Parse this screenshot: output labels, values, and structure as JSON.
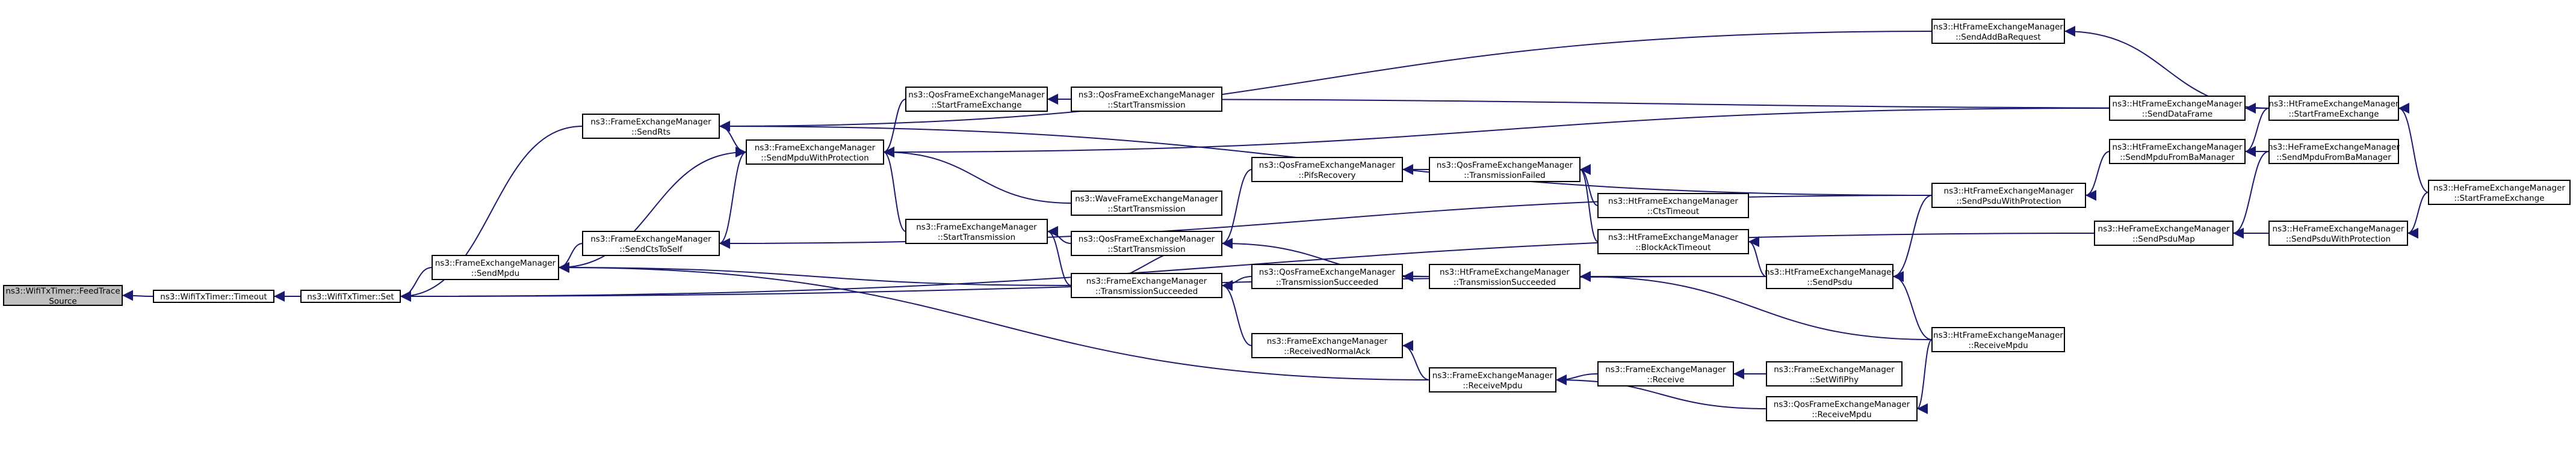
{
  "diagram": {
    "type": "call-graph",
    "colors": {
      "edge": "#191970",
      "node_border": "#000000",
      "node_fill": "#ffffff",
      "root_fill": "#bfbfbf"
    },
    "nodes": [
      {
        "id": "n0",
        "line1": "ns3::WifiTxTimer::FeedTrace",
        "line2": "Source",
        "root": true
      },
      {
        "id": "n1",
        "line1": "ns3::WifiTxTimer::Timeout",
        "line2": ""
      },
      {
        "id": "n2",
        "line1": "ns3::WifiTxTimer::Set",
        "line2": ""
      },
      {
        "id": "n3",
        "line1": "ns3::FrameExchangeManager",
        "line2": "::SendRts"
      },
      {
        "id": "n4",
        "line1": "ns3::FrameExchangeManager",
        "line2": "::SendMpdu"
      },
      {
        "id": "n5",
        "line1": "ns3::FrameExchangeManager",
        "line2": "::SendCtsToSelf"
      },
      {
        "id": "n6",
        "line1": "ns3::FrameExchangeManager",
        "line2": "::SendMpduWithProtection"
      },
      {
        "id": "n7",
        "line1": "ns3::QosFrameExchangeManager",
        "line2": "::StartFrameExchange"
      },
      {
        "id": "n8",
        "line1": "ns3::QosFrameExchangeManager",
        "line2": "::StartTransmission"
      },
      {
        "id": "n9",
        "line1": "ns3::FrameExchangeManager",
        "line2": "::StartTransmission"
      },
      {
        "id": "n10",
        "line1": "ns3::WaveFrameExchangeManager",
        "line2": "::StartTransmission"
      },
      {
        "id": "n11",
        "line1": "ns3::QosFrameExchangeManager",
        "line2": "::PifsRecovery"
      },
      {
        "id": "n12",
        "line1": "ns3::QosFrameExchangeManager",
        "line2": "::StartTransmission"
      },
      {
        "id": "n13",
        "line1": "ns3::FrameExchangeManager",
        "line2": "::TransmissionSucceeded"
      },
      {
        "id": "n14",
        "line1": "ns3::QosFrameExchangeManager",
        "line2": "::TransmissionSucceeded"
      },
      {
        "id": "n15",
        "line1": "ns3::QosFrameExchangeManager",
        "line2": "::TransmissionFailed"
      },
      {
        "id": "n16",
        "line1": "ns3::HtFrameExchangeManager",
        "line2": "::CtsTimeout"
      },
      {
        "id": "n17",
        "line1": "ns3::HtFrameExchangeManager",
        "line2": "::BlockAckTimeout"
      },
      {
        "id": "n18",
        "line1": "ns3::HtFrameExchangeManager",
        "line2": "::TransmissionSucceeded"
      },
      {
        "id": "n19",
        "line1": "ns3::FrameExchangeManager",
        "line2": "::ReceivedNormalAck"
      },
      {
        "id": "n20",
        "line1": "ns3::FrameExchangeManager",
        "line2": "::ReceiveMpdu"
      },
      {
        "id": "n21",
        "line1": "ns3::FrameExchangeManager",
        "line2": "::Receive"
      },
      {
        "id": "n22",
        "line1": "ns3::FrameExchangeManager",
        "line2": "::SetWifiPhy"
      },
      {
        "id": "n23",
        "line1": "ns3::QosFrameExchangeManager",
        "line2": "::ReceiveMpdu"
      },
      {
        "id": "n24",
        "line1": "ns3::HtFrameExchangeManager",
        "line2": "::SendAddBaRequest"
      },
      {
        "id": "n25",
        "line1": "ns3::HtFrameExchangeManager",
        "line2": "::SendPsduWithProtection"
      },
      {
        "id": "n26",
        "line1": "ns3::HtFrameExchangeManager",
        "line2": "::SendPsdu"
      },
      {
        "id": "n27",
        "line1": "ns3::HtFrameExchangeManager",
        "line2": "::ReceiveMpdu"
      },
      {
        "id": "n28",
        "line1": "ns3::HtFrameExchangeManager",
        "line2": "::SendDataFrame"
      },
      {
        "id": "n29",
        "line1": "ns3::HtFrameExchangeManager",
        "line2": "::SendMpduFromBaManager"
      },
      {
        "id": "n30",
        "line1": "ns3::HeFrameExchangeManager",
        "line2": "::SendPsduMap"
      },
      {
        "id": "n31",
        "line1": "ns3::HtFrameExchangeManager",
        "line2": "::StartFrameExchange"
      },
      {
        "id": "n32",
        "line1": "ns3::HeFrameExchangeManager",
        "line2": "::SendMpduFromBaManager"
      },
      {
        "id": "n33",
        "line1": "ns3::HeFrameExchangeManager",
        "line2": "::SendPsduWithProtection"
      },
      {
        "id": "n34",
        "line1": "ns3::HeFrameExchangeManager",
        "line2": "::StartFrameExchange"
      }
    ],
    "edges": [
      [
        "n1",
        "n0"
      ],
      [
        "n2",
        "n1"
      ],
      [
        "n3",
        "n2"
      ],
      [
        "n4",
        "n2"
      ],
      [
        "n5",
        "n4"
      ],
      [
        "n6",
        "n4"
      ],
      [
        "n6",
        "n3"
      ],
      [
        "n5",
        "n6"
      ],
      [
        "n7",
        "n6"
      ],
      [
        "n9",
        "n6"
      ],
      [
        "n10",
        "n6"
      ],
      [
        "n28",
        "n6"
      ],
      [
        "n8",
        "n7"
      ],
      [
        "n31",
        "n7"
      ],
      [
        "n12",
        "n9"
      ],
      [
        "n13",
        "n9"
      ],
      [
        "n11",
        "n12"
      ],
      [
        "n15",
        "n11"
      ],
      [
        "n16",
        "n15"
      ],
      [
        "n17",
        "n15"
      ],
      [
        "n13",
        "n4"
      ],
      [
        "n12",
        "n13"
      ],
      [
        "n14",
        "n13"
      ],
      [
        "n18",
        "n14"
      ],
      [
        "n18",
        "n12"
      ],
      [
        "n19",
        "n13"
      ],
      [
        "n20",
        "n19"
      ],
      [
        "n20",
        "n4"
      ],
      [
        "n21",
        "n20"
      ],
      [
        "n22",
        "n21"
      ],
      [
        "n23",
        "n20"
      ],
      [
        "n27",
        "n23"
      ],
      [
        "n26",
        "n18"
      ],
      [
        "n27",
        "n18"
      ],
      [
        "n26",
        "n17"
      ],
      [
        "n26",
        "n2"
      ],
      [
        "n27",
        "n26"
      ],
      [
        "n25",
        "n26"
      ],
      [
        "n25",
        "n3"
      ],
      [
        "n25",
        "n5"
      ],
      [
        "n24",
        "n3"
      ],
      [
        "n31",
        "n24"
      ],
      [
        "n29",
        "n25"
      ],
      [
        "n31",
        "n29"
      ],
      [
        "n32",
        "n29"
      ],
      [
        "n31",
        "n28"
      ],
      [
        "n34",
        "n31"
      ],
      [
        "n30",
        "n2"
      ],
      [
        "n33",
        "n30"
      ],
      [
        "n32",
        "n30"
      ],
      [
        "n34",
        "n33"
      ]
    ]
  }
}
